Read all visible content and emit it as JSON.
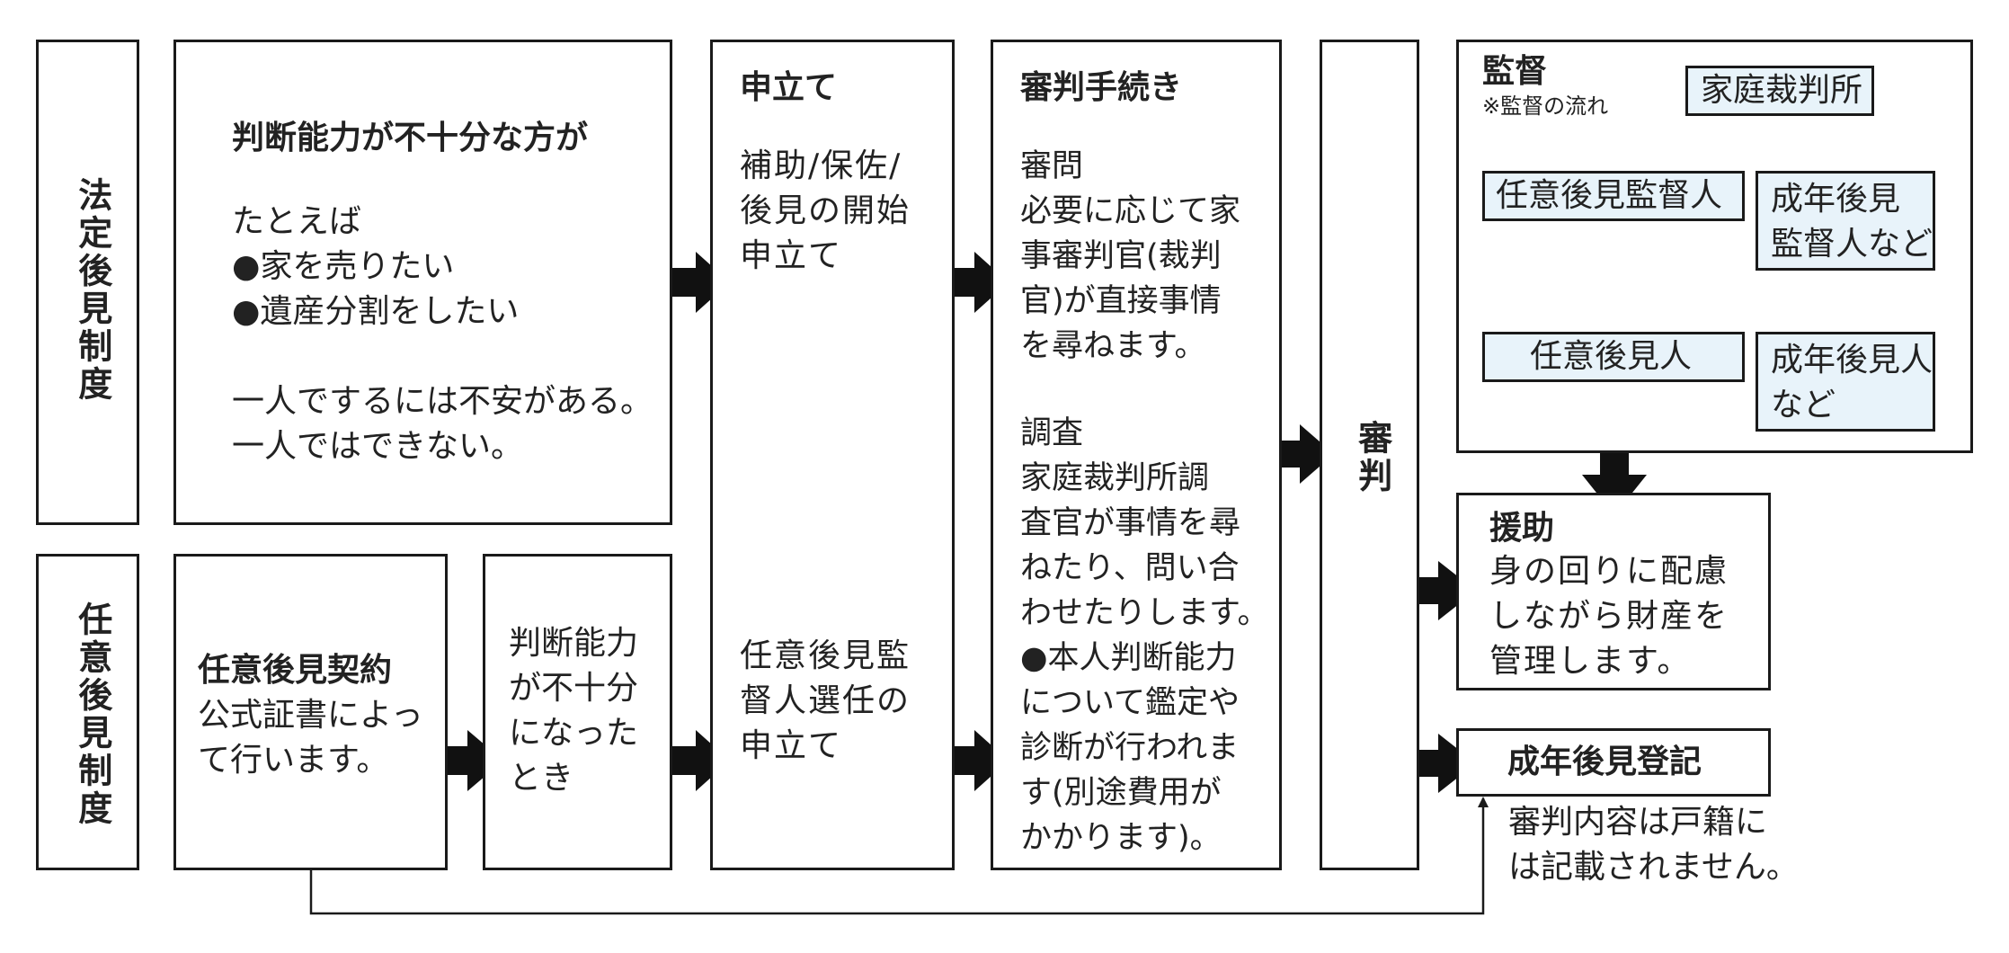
{
  "categories": {
    "legal": "法定後見制度",
    "voluntary": "任意後見制度"
  },
  "legal_need": {
    "title": "判断能力が不十分な方が",
    "body": "たとえば\n●家を売りたい\n●遺産分割をしたい\n\n一人でするには不安がある。\n一人ではできない。"
  },
  "voluntary_contract": {
    "title": "任意後見契約",
    "body": "公式証書によっ\nて行います。"
  },
  "insufficient": {
    "body": "判断能力\nが不十分\nになった\nとき"
  },
  "petition": {
    "title": "申立て",
    "legal_text": "補助/保佐/\n後見の開始\n申立て",
    "voluntary_text": "任意後見監\n督人選任の\n申立て"
  },
  "procedure": {
    "title": "審判手続き",
    "inquiry": "審問\n必要に応じて家\n事審判官(裁判\n官)が直接事情\nを尋ねます。",
    "investigation": "調査\n家庭裁判所調\n査官が事情を尋\nねたり、問い合\nわせたりします。\n●本人判断能力\nについて鑑定や\n診断が行われま\nす(別途費用が\nかかります)。"
  },
  "judgment": {
    "label": "審判"
  },
  "supervision": {
    "title": "監督",
    "note": "※監督の流れ",
    "court": "家庭裁判所",
    "voluntary_supervisor": "任意後見監督人",
    "adult_supervisor": "成年後見\n監督人など",
    "voluntary_guardian": "任意後見人",
    "adult_guardian": "成年後見人\nなど"
  },
  "assistance": {
    "title": "援助",
    "body": "身の回りに配慮\nしながら財産を\n管理します。"
  },
  "registration": {
    "title": "成年後見登記",
    "note": "審判内容は戸籍に\nは記載されません。"
  },
  "colors": {
    "line": "#1a1a1a",
    "light_box": "#e8f3fa",
    "text": "#222222"
  }
}
